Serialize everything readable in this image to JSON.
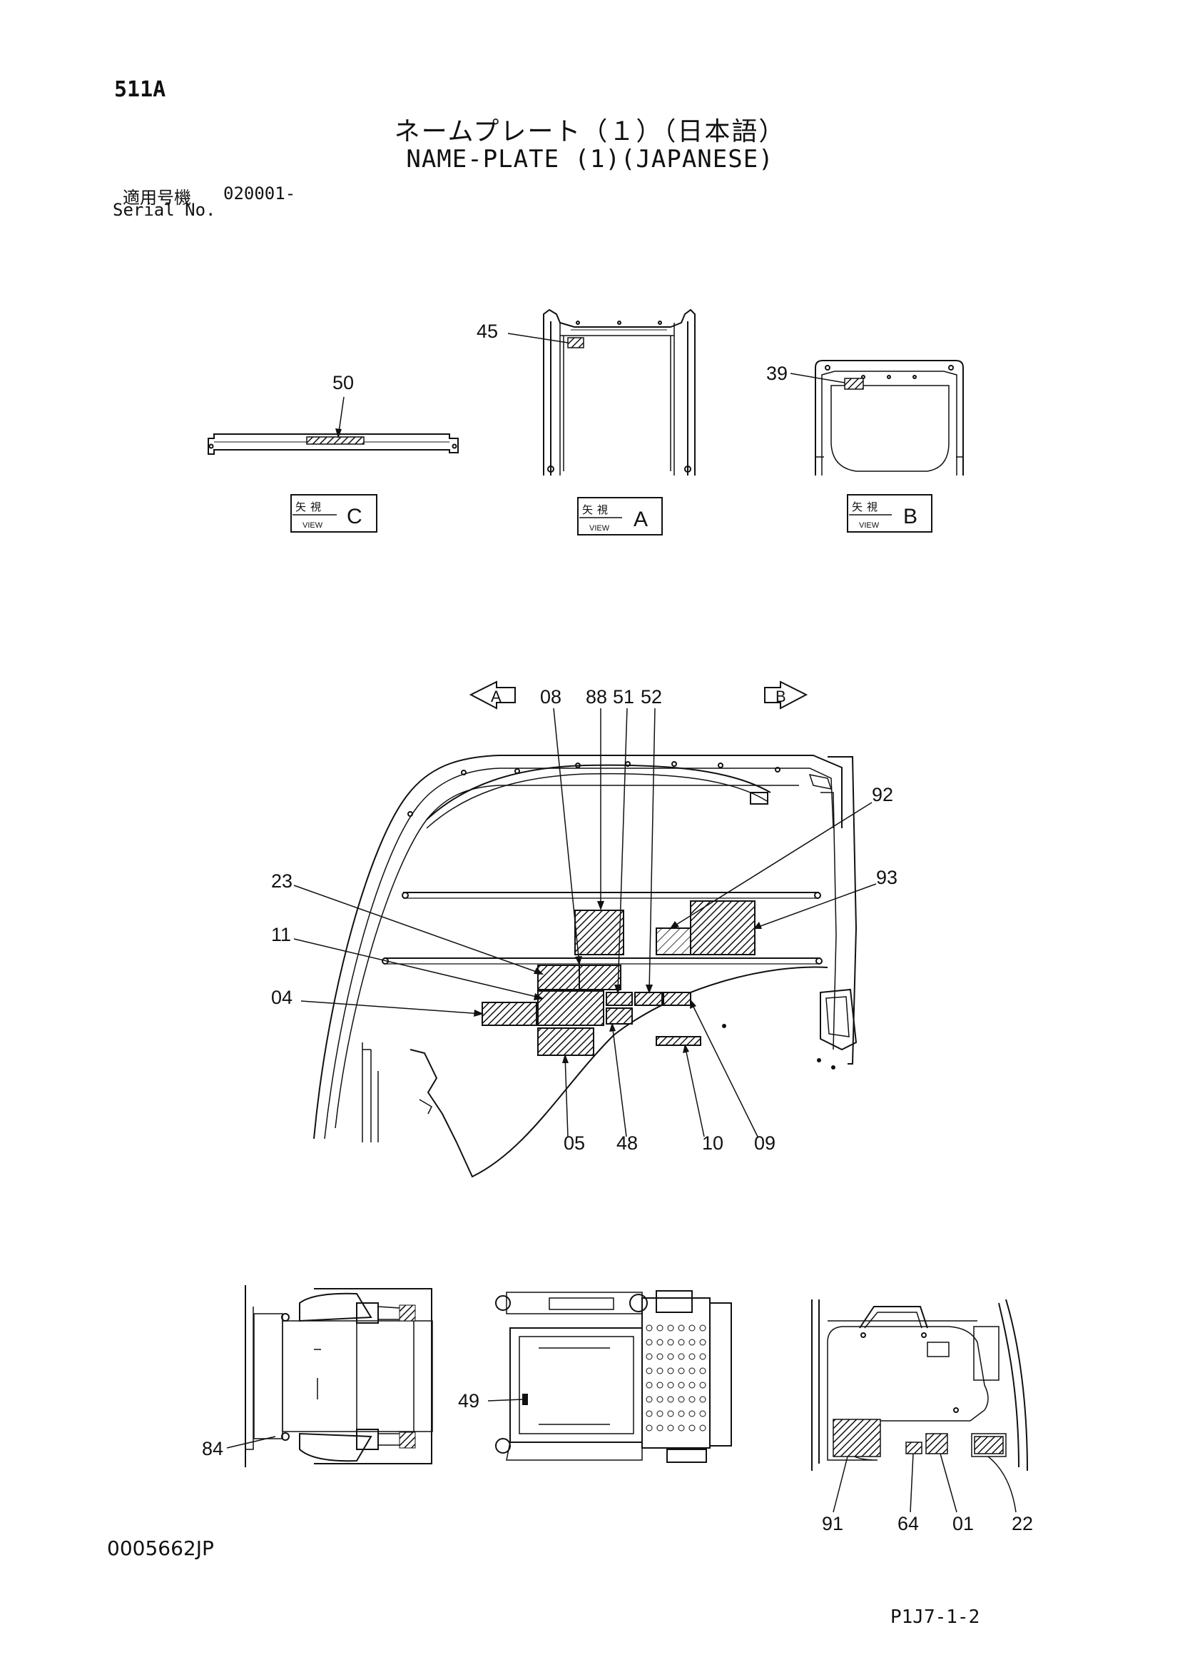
{
  "header": {
    "page_code": "511A",
    "title_ja": "ネームプレート（１）（日本語）",
    "title_en": "NAME-PLATE (1)(JAPANESE)",
    "serial_label_ja": "適用号機",
    "serial_number": "020001-",
    "serial_label_en": "Serial No."
  },
  "view_boxes": {
    "c": {
      "ja": "矢視",
      "en": "VIEW",
      "letter": "C"
    },
    "a": {
      "ja": "矢視",
      "en": "VIEW",
      "letter": "A"
    },
    "b": {
      "ja": "矢視",
      "en": "VIEW",
      "letter": "B"
    }
  },
  "direction_arrows": {
    "a": "A",
    "b": "B"
  },
  "callouts": {
    "c50": "50",
    "c45": "45",
    "c39": "39",
    "c08": "08",
    "c88": "88",
    "c51": "51",
    "c52": "52",
    "c92": "92",
    "c93": "93",
    "c23": "23",
    "c11": "11",
    "c04": "04",
    "c05": "05",
    "c48": "48",
    "c10": "10",
    "c09": "09",
    "c84": "84",
    "c49": "49",
    "c91": "91",
    "c64": "64",
    "c01": "01",
    "c22": "22"
  },
  "footer": {
    "doc_code": "0005662JP",
    "sheet_code": "P1J7-1-2"
  }
}
